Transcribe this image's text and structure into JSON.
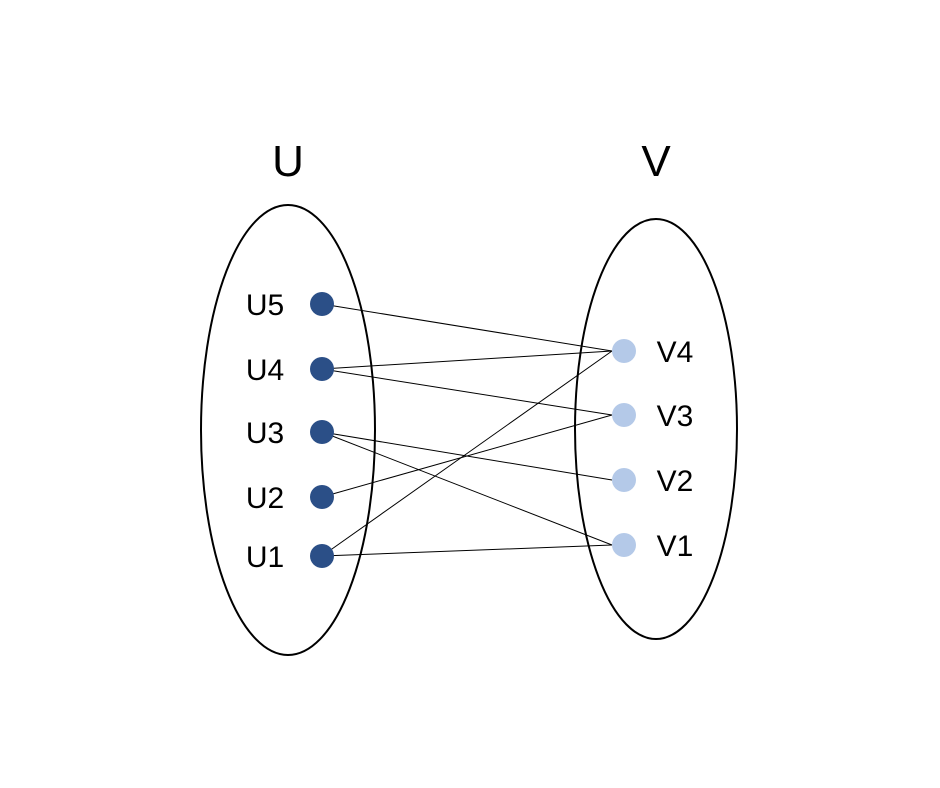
{
  "sets": {
    "left": {
      "label": "U",
      "node_color": "#2b4f87"
    },
    "right": {
      "label": "V",
      "node_color": "#b4c9e8"
    }
  },
  "left_nodes": [
    "U5",
    "U4",
    "U3",
    "U2",
    "U1"
  ],
  "right_nodes": [
    "V4",
    "V3",
    "V2",
    "V1"
  ],
  "edges": [
    [
      "U5",
      "V4"
    ],
    [
      "U4",
      "V4"
    ],
    [
      "U4",
      "V3"
    ],
    [
      "U3",
      "V2"
    ],
    [
      "U3",
      "V1"
    ],
    [
      "U2",
      "V3"
    ],
    [
      "U1",
      "V4"
    ],
    [
      "U1",
      "V1"
    ]
  ]
}
